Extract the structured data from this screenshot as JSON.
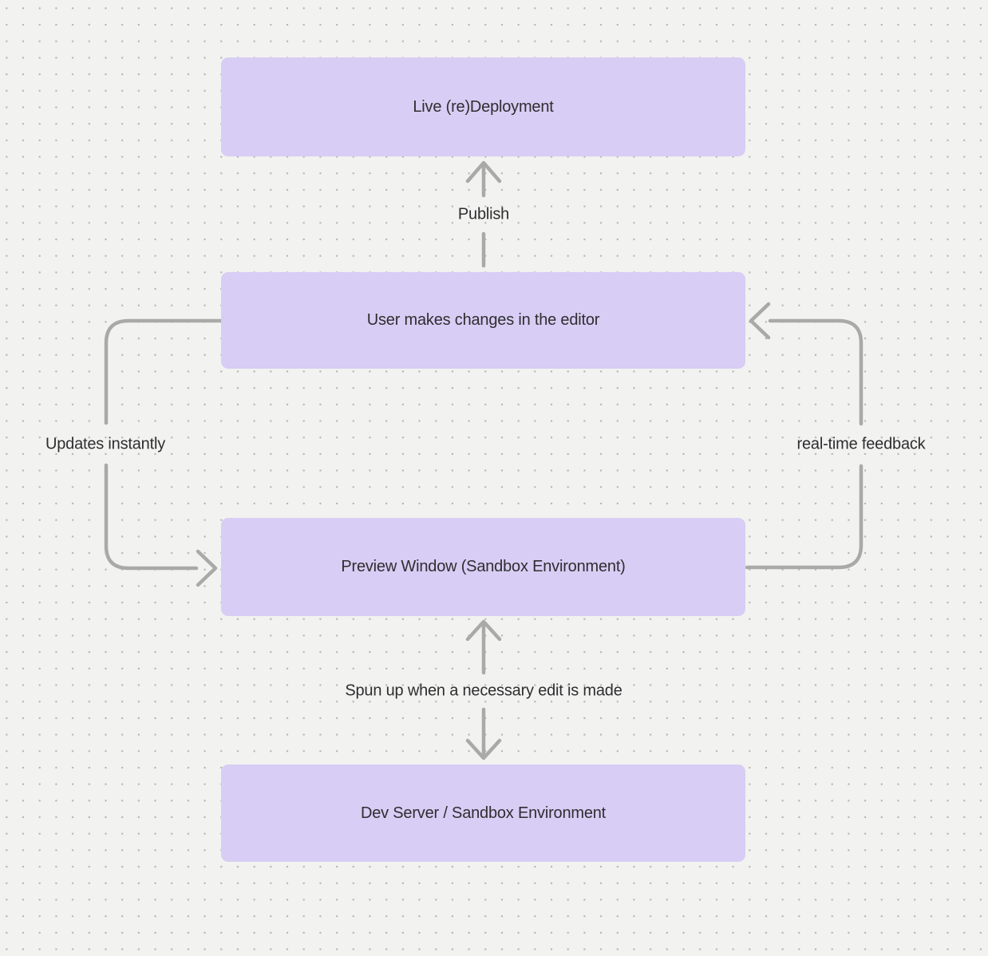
{
  "canvas": {
    "type": "dot-grid-diagram-canvas",
    "background_color": "#f2f2f0",
    "dot_color": "#b5b5b3",
    "node_fill_color": "#d8cdf4",
    "node_text_color": "#2e2e31",
    "arrow_color": "#a9a9a9",
    "label_text_color": "#2e2e31"
  },
  "diagram": {
    "nodes": [
      {
        "id": "live-redeployment",
        "label": "Live (re)Deployment"
      },
      {
        "id": "user-editor",
        "label": "User makes changes in the editor"
      },
      {
        "id": "preview-window",
        "label": "Preview Window (Sandbox Environment)"
      },
      {
        "id": "dev-server",
        "label": "Dev Server / Sandbox Environment"
      }
    ],
    "edges": [
      {
        "id": "publish",
        "label": "Publish",
        "from": "user-editor",
        "to": "live-redeployment",
        "arrowheads": "end"
      },
      {
        "id": "updates-instantly",
        "label": "Updates instantly",
        "from": "user-editor",
        "to": "preview-window",
        "arrowheads": "end"
      },
      {
        "id": "real-time-feedback",
        "label": "real-time feedback",
        "from": "preview-window",
        "to": "user-editor",
        "arrowheads": "end"
      },
      {
        "id": "spun-up",
        "label": "Spun up when a necessary edit is made",
        "from": "dev-server",
        "to": "preview-window",
        "arrowheads": "both"
      }
    ]
  }
}
